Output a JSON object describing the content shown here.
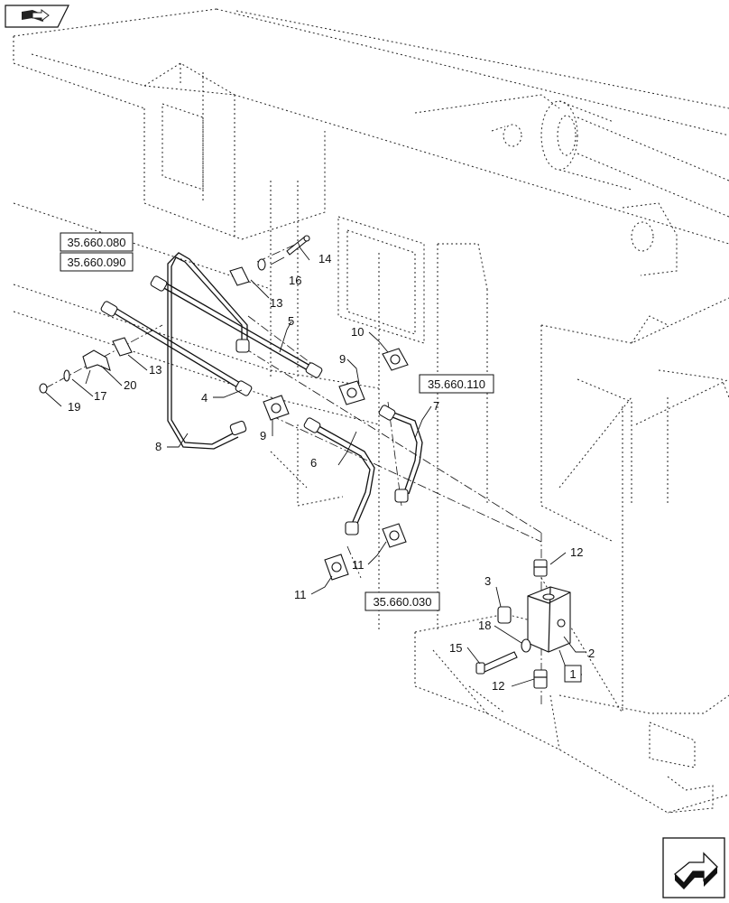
{
  "nav": {
    "back_icon": "book-back-arrow-icon",
    "forward_icon": "next-page-arrow-icon"
  },
  "references": {
    "ref_a": "35.660.080",
    "ref_b": "35.660.090",
    "ref_c": "35.660.110",
    "ref_d": "35.660.030"
  },
  "callouts": {
    "c1": "1",
    "c2": "2",
    "c3": "3",
    "c4": "4",
    "c5": "5",
    "c6": "6",
    "c7": "7",
    "c8": "8",
    "c9a": "9",
    "c9b": "9",
    "c10": "10",
    "c11a": "11",
    "c11b": "11",
    "c12a": "12",
    "c12b": "12",
    "c13a": "13",
    "c13b": "13",
    "c14": "14",
    "c15": "15",
    "c16": "16",
    "c17": "17",
    "c18": "18",
    "c19": "19",
    "c20": "20"
  }
}
